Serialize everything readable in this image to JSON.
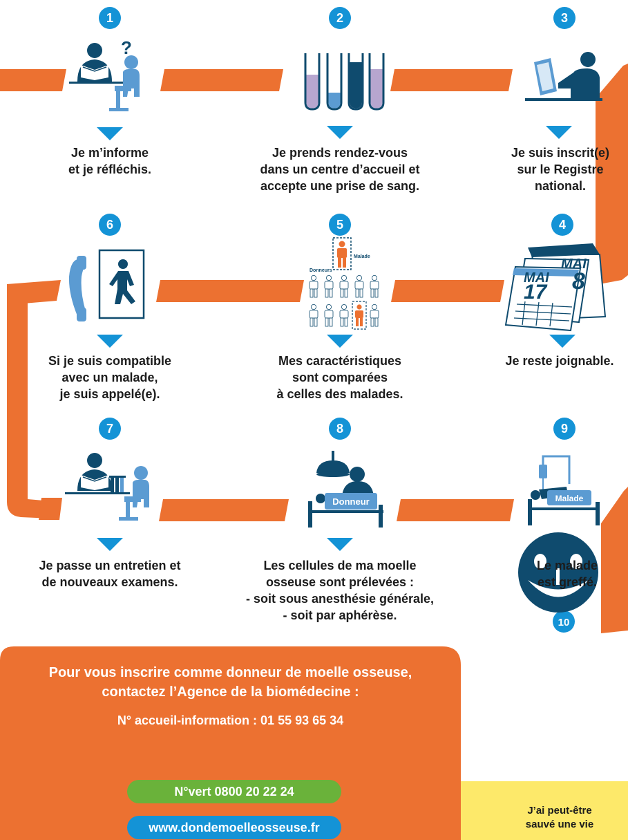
{
  "colors": {
    "orange": "#ec7131",
    "navy": "#0f4b6e",
    "light_blue": "#5b9bd2",
    "cyan": "#1493d6",
    "green": "#6ab23a",
    "yellow": "#fde96a",
    "lavender": "#b7a6cf"
  },
  "steps": [
    {
      "number": "1",
      "icon": "person-reading-question-icon",
      "lines": [
        "Je m’informe",
        "et je réfléchis."
      ]
    },
    {
      "number": "2",
      "icon": "blood-test-tubes-icon",
      "lines": [
        "Je prends rendez-vous",
        "dans un centre d’accueil et",
        "accepte une prise de sang."
      ]
    },
    {
      "number": "3",
      "icon": "person-at-computer-icon",
      "lines": [
        "Je suis inscrit(e)",
        "sur le Registre",
        "national."
      ]
    },
    {
      "number": "4",
      "icon": "calendar-icon",
      "lines": [
        "Je reste joignable."
      ],
      "calendar_top": "MAI",
      "calendar_top_day": "8",
      "calendar_front": "MAI",
      "calendar_front_day": "17"
    },
    {
      "number": "5",
      "icon": "donor-matching-icon",
      "lines": [
        "Mes caractéristiques",
        "sont comparées",
        "à celles des malades."
      ],
      "tag_patient": "Malade",
      "tag_donors": "Donneurs"
    },
    {
      "number": "6",
      "icon": "phone-and-door-icon",
      "lines": [
        "Si je suis compatible",
        "avec un malade,",
        "je suis appelé(e)."
      ]
    },
    {
      "number": "7",
      "icon": "interview-and-tests-icon",
      "lines": [
        "Je passe un entretien et",
        "de nouveaux examens."
      ]
    },
    {
      "number": "8",
      "icon": "donor-bed-icon",
      "lines": [
        "Les cellules de ma moelle",
        "osseuse sont prélevées :",
        "- soit sous anesthésie générale,",
        "- soit par aphérèse."
      ],
      "label": "Donneur"
    },
    {
      "number": "9",
      "icon": "patient-bed-icon",
      "lines": [
        "Le malade",
        "est greffé."
      ],
      "label": "Malade"
    },
    {
      "number": "10",
      "icon": "smiley-face-icon",
      "lines": [
        "J’ai peut-être",
        "sauvé une vie"
      ]
    }
  ],
  "cta": {
    "line1": "Pour vous inscrire comme donneur de moelle osseuse,",
    "line2": "contactez l’Agence de la biomédecine :",
    "line3": "N° accueil-information : 01 55 93 65 34",
    "green_pill": "N°vert 0800 20 22 24",
    "blue_pill": "www.dondemoelleosseuse.fr"
  }
}
